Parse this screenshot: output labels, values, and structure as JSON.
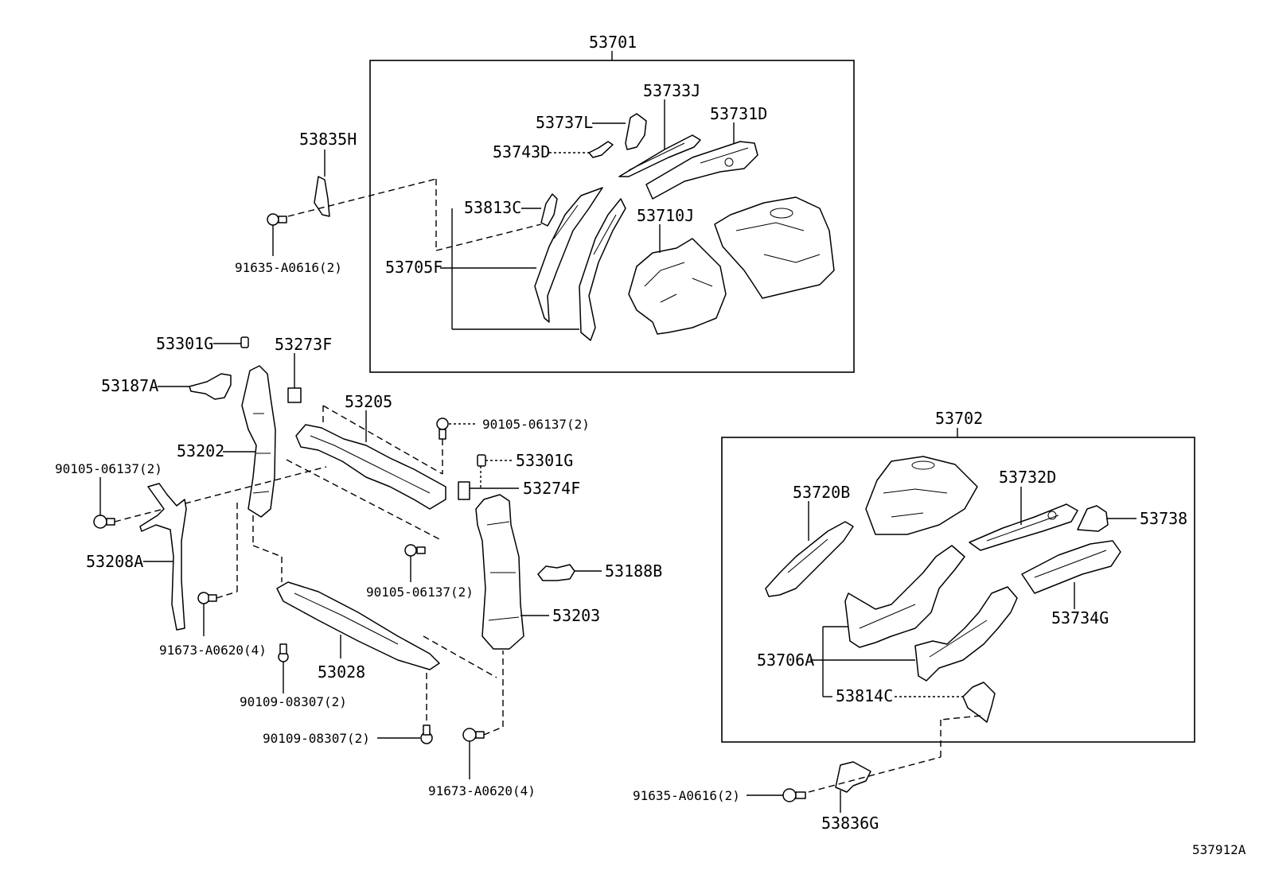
{
  "diagram_id": "537912A",
  "groups": {
    "upper_assembly": "53701",
    "lower_assembly": "53702"
  },
  "parts": {
    "p53733J": "53733J",
    "p53737L": "53737L",
    "p53731D": "53731D",
    "p53743D": "53743D",
    "p53835H": "53835H",
    "p53813C": "53813C",
    "p53710J": "53710J",
    "p53705F": "53705F",
    "p91635_a": "91635-A0616(2)",
    "p53301G_a": "53301G",
    "p53273F": "53273F",
    "p53187A": "53187A",
    "p53205": "53205",
    "p90105_a": "90105-06137(2)",
    "p53202": "53202",
    "p90105_b": "90105-06137(2)",
    "p53301G_b": "53301G",
    "p53274F": "53274F",
    "p53208A": "53208A",
    "p90105_c": "90105-06137(2)",
    "p53188B": "53188B",
    "p53203": "53203",
    "p91673_a": "91673-A0620(4)",
    "p53028": "53028",
    "p90109_a": "90109-08307(2)",
    "p90109_b": "90109-08307(2)",
    "p91673_b": "91673-A0620(4)",
    "p53720B": "53720B",
    "p53732D": "53732D",
    "p53738": "53738",
    "p53734G": "53734G",
    "p53706A": "53706A",
    "p53814C": "53814C",
    "p91635_b": "91635-A0616(2)",
    "p53836G": "53836G"
  }
}
